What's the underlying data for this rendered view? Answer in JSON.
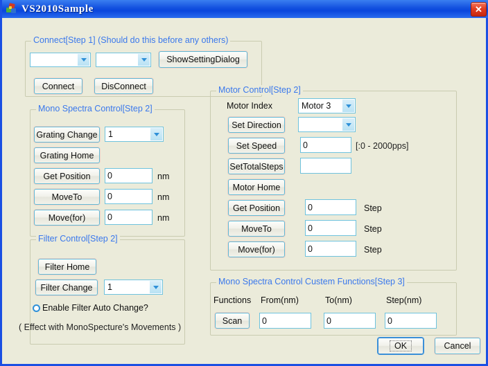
{
  "window": {
    "title": "VS2010Sample",
    "icon": "app-icon",
    "close_label": "✕"
  },
  "connect_group": {
    "legend": "Connect[Step 1] (Should do this before any others)",
    "combo1": {
      "value": "",
      "options": []
    },
    "combo2": {
      "value": "",
      "options": []
    },
    "show_setting_dialog": "ShowSettingDialog",
    "connect": "Connect",
    "disconnect": "DisConnect"
  },
  "mono_group": {
    "legend": "Mono Spectra Control[Step 2]",
    "grating_change": "Grating Change",
    "grating_combo": {
      "value": "1",
      "options": [
        "1"
      ]
    },
    "grating_home": "Grating Home",
    "get_position": "Get Position",
    "get_position_value": "0",
    "move_to": "MoveTo",
    "move_to_value": "0",
    "move_for": "Move(for)",
    "move_for_value": "0",
    "unit": "nm"
  },
  "filter_group": {
    "legend": "Filter Control[Step 2]",
    "filter_home": "Filter Home",
    "filter_change": "Filter Change",
    "filter_combo": {
      "value": "1",
      "options": [
        "1"
      ]
    },
    "auto_change_label": "Enable Filter Auto Change?",
    "auto_change_checked": false,
    "effect_note": "( Effect with MonoSpecture's Movements )"
  },
  "motor_group": {
    "legend": "Motor Control[Step 2]",
    "motor_index_label": "Motor Index",
    "motor_index_combo": {
      "value": "Motor 3",
      "options": [
        "Motor 3"
      ]
    },
    "set_direction": "Set Direction",
    "direction_combo": {
      "value": "",
      "options": []
    },
    "set_speed": "Set Speed",
    "set_speed_value": "0",
    "speed_range_hint": "[:0 - 2000pps]",
    "set_total_steps": "SetTotalSteps",
    "set_total_steps_value": "",
    "motor_home": "Motor Home",
    "get_position": "Get Position",
    "get_position_value": "0",
    "move_to": "MoveTo",
    "move_to_value": "0",
    "move_for": "Move(for)",
    "move_for_value": "0",
    "unit": "Step"
  },
  "custom_group": {
    "legend": "Mono Spectra Control Custem Functions[Step 3]",
    "col_functions": "Functions",
    "col_from": "From(nm)",
    "col_to": "To(nm)",
    "col_step": "Step(nm)",
    "scan": "Scan",
    "from_value": "0",
    "to_value": "0",
    "step_value": "0"
  },
  "footer": {
    "ok": "OK",
    "cancel": "Cancel"
  },
  "colors": {
    "titlebar": "#1250df",
    "client_bg": "#ebebda",
    "legend_text": "#3a78ec",
    "field_border": "#6ec2dd",
    "close_red": "#e23f22"
  }
}
